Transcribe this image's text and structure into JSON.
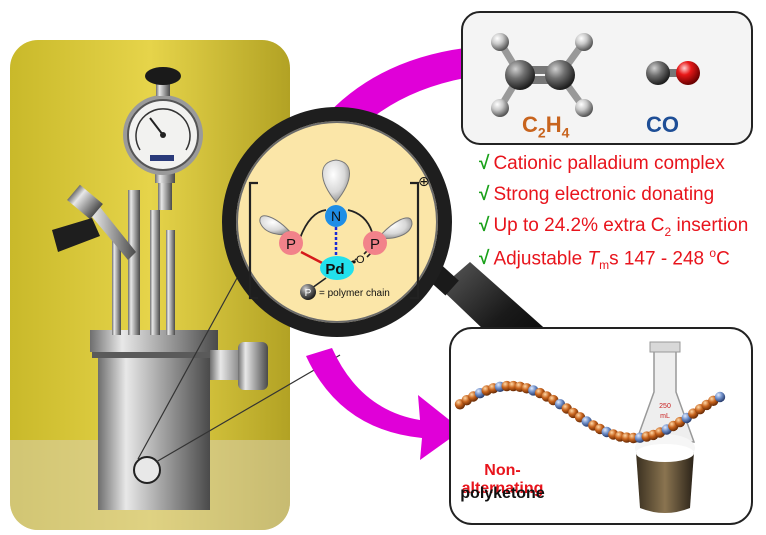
{
  "molecules": {
    "ethylene": {
      "main": "C",
      "sub1": "2",
      "mid": "H",
      "sub2": "4",
      "color": "#c8641e"
    },
    "co": {
      "label": "CO",
      "color": "#1e4e96"
    }
  },
  "features": [
    {
      "check": "√",
      "text": "Cationic palladium complex"
    },
    {
      "check": "√",
      "text": "Strong electronic donating"
    },
    {
      "check": "√",
      "text_pre": "Up to 24.2% extra C",
      "sub": "2",
      "text_post": " insertion"
    },
    {
      "check": "√",
      "text_pre": "Adjustable ",
      "italic": "T",
      "sub": "m",
      "text_post": "s 147 - 248 ",
      "sup": "o",
      "unit": "C"
    }
  ],
  "complex": {
    "atom_N": "N",
    "atom_P_left": "P",
    "atom_P_right": "P",
    "atom_Pd": "Pd",
    "pd_charge": "•",
    "atom_O": "O",
    "charge": "⊕",
    "polymer_atom": "P",
    "polymer_label": "= polymer chain"
  },
  "product": {
    "line1": "Non-alternating",
    "line2": "polyketone",
    "line1_color": "#e8141c"
  },
  "flask_label": {
    "line1": "250",
    "line2": "mL"
  },
  "colors": {
    "magenta": "#e000d8",
    "lens_fill": "#fbe6a8",
    "check": "#1aa11a",
    "feature_text": "#e8141c",
    "chain_orange": "#c8641e",
    "chain_blue": "#6e8ec8"
  }
}
